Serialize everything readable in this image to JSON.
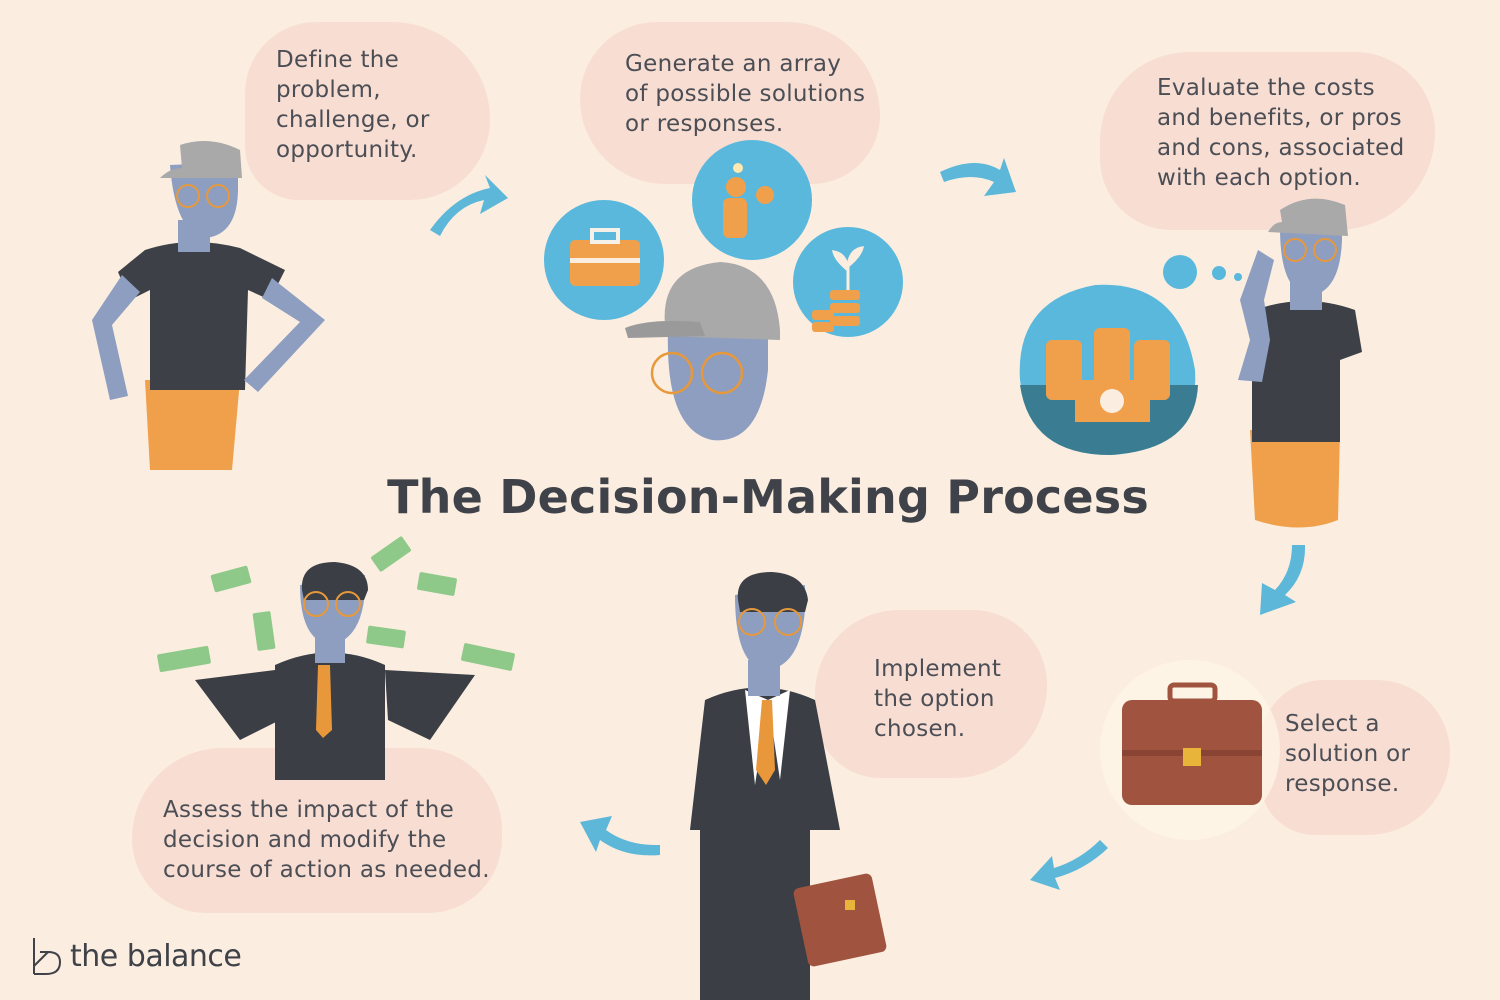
{
  "title": "The Decision-Making Process",
  "steps": [
    {
      "text": "Define the problem, challenge, or opportunity.",
      "lines": [
        "Define the",
        "problem,",
        "challenge, or",
        "opportunity."
      ]
    },
    {
      "text": "Generate an array of possible solutions or responses.",
      "lines": [
        "Generate an array",
        "of possible solutions",
        "or responses."
      ]
    },
    {
      "text": "Evaluate the costs and benefits, or pros and cons, associated with each option.",
      "lines": [
        "Evaluate the costs",
        "and benefits, or pros",
        "and cons, associated",
        "with each option."
      ]
    },
    {
      "text": "Select a solution or response.",
      "lines": [
        "Select a",
        "solution or",
        "response."
      ]
    },
    {
      "text": "Implement the option chosen.",
      "lines": [
        "Implement",
        "the option",
        "chosen."
      ]
    },
    {
      "text": "Assess the impact of the decision and modify the course of action as needed.",
      "lines": [
        "Assess the impact of the",
        "decision and modify the",
        "course of action as needed."
      ]
    }
  ],
  "brand": {
    "name": "the balance",
    "icon": "balance-logo-icon"
  },
  "colors": {
    "background": "#fbeee0",
    "bubble": "#f8ddd3",
    "arrow": "#5cb7d8",
    "skin": "#8d9ec0",
    "cap": "#a9a9a9",
    "shirt": "#3d4147",
    "pants": "#f0a04b",
    "suit": "#3b3f45",
    "tie": "#e8983a",
    "briefcase": "#a0533f",
    "icon_circle": "#5ab8dd",
    "text": "#4b4e55"
  }
}
